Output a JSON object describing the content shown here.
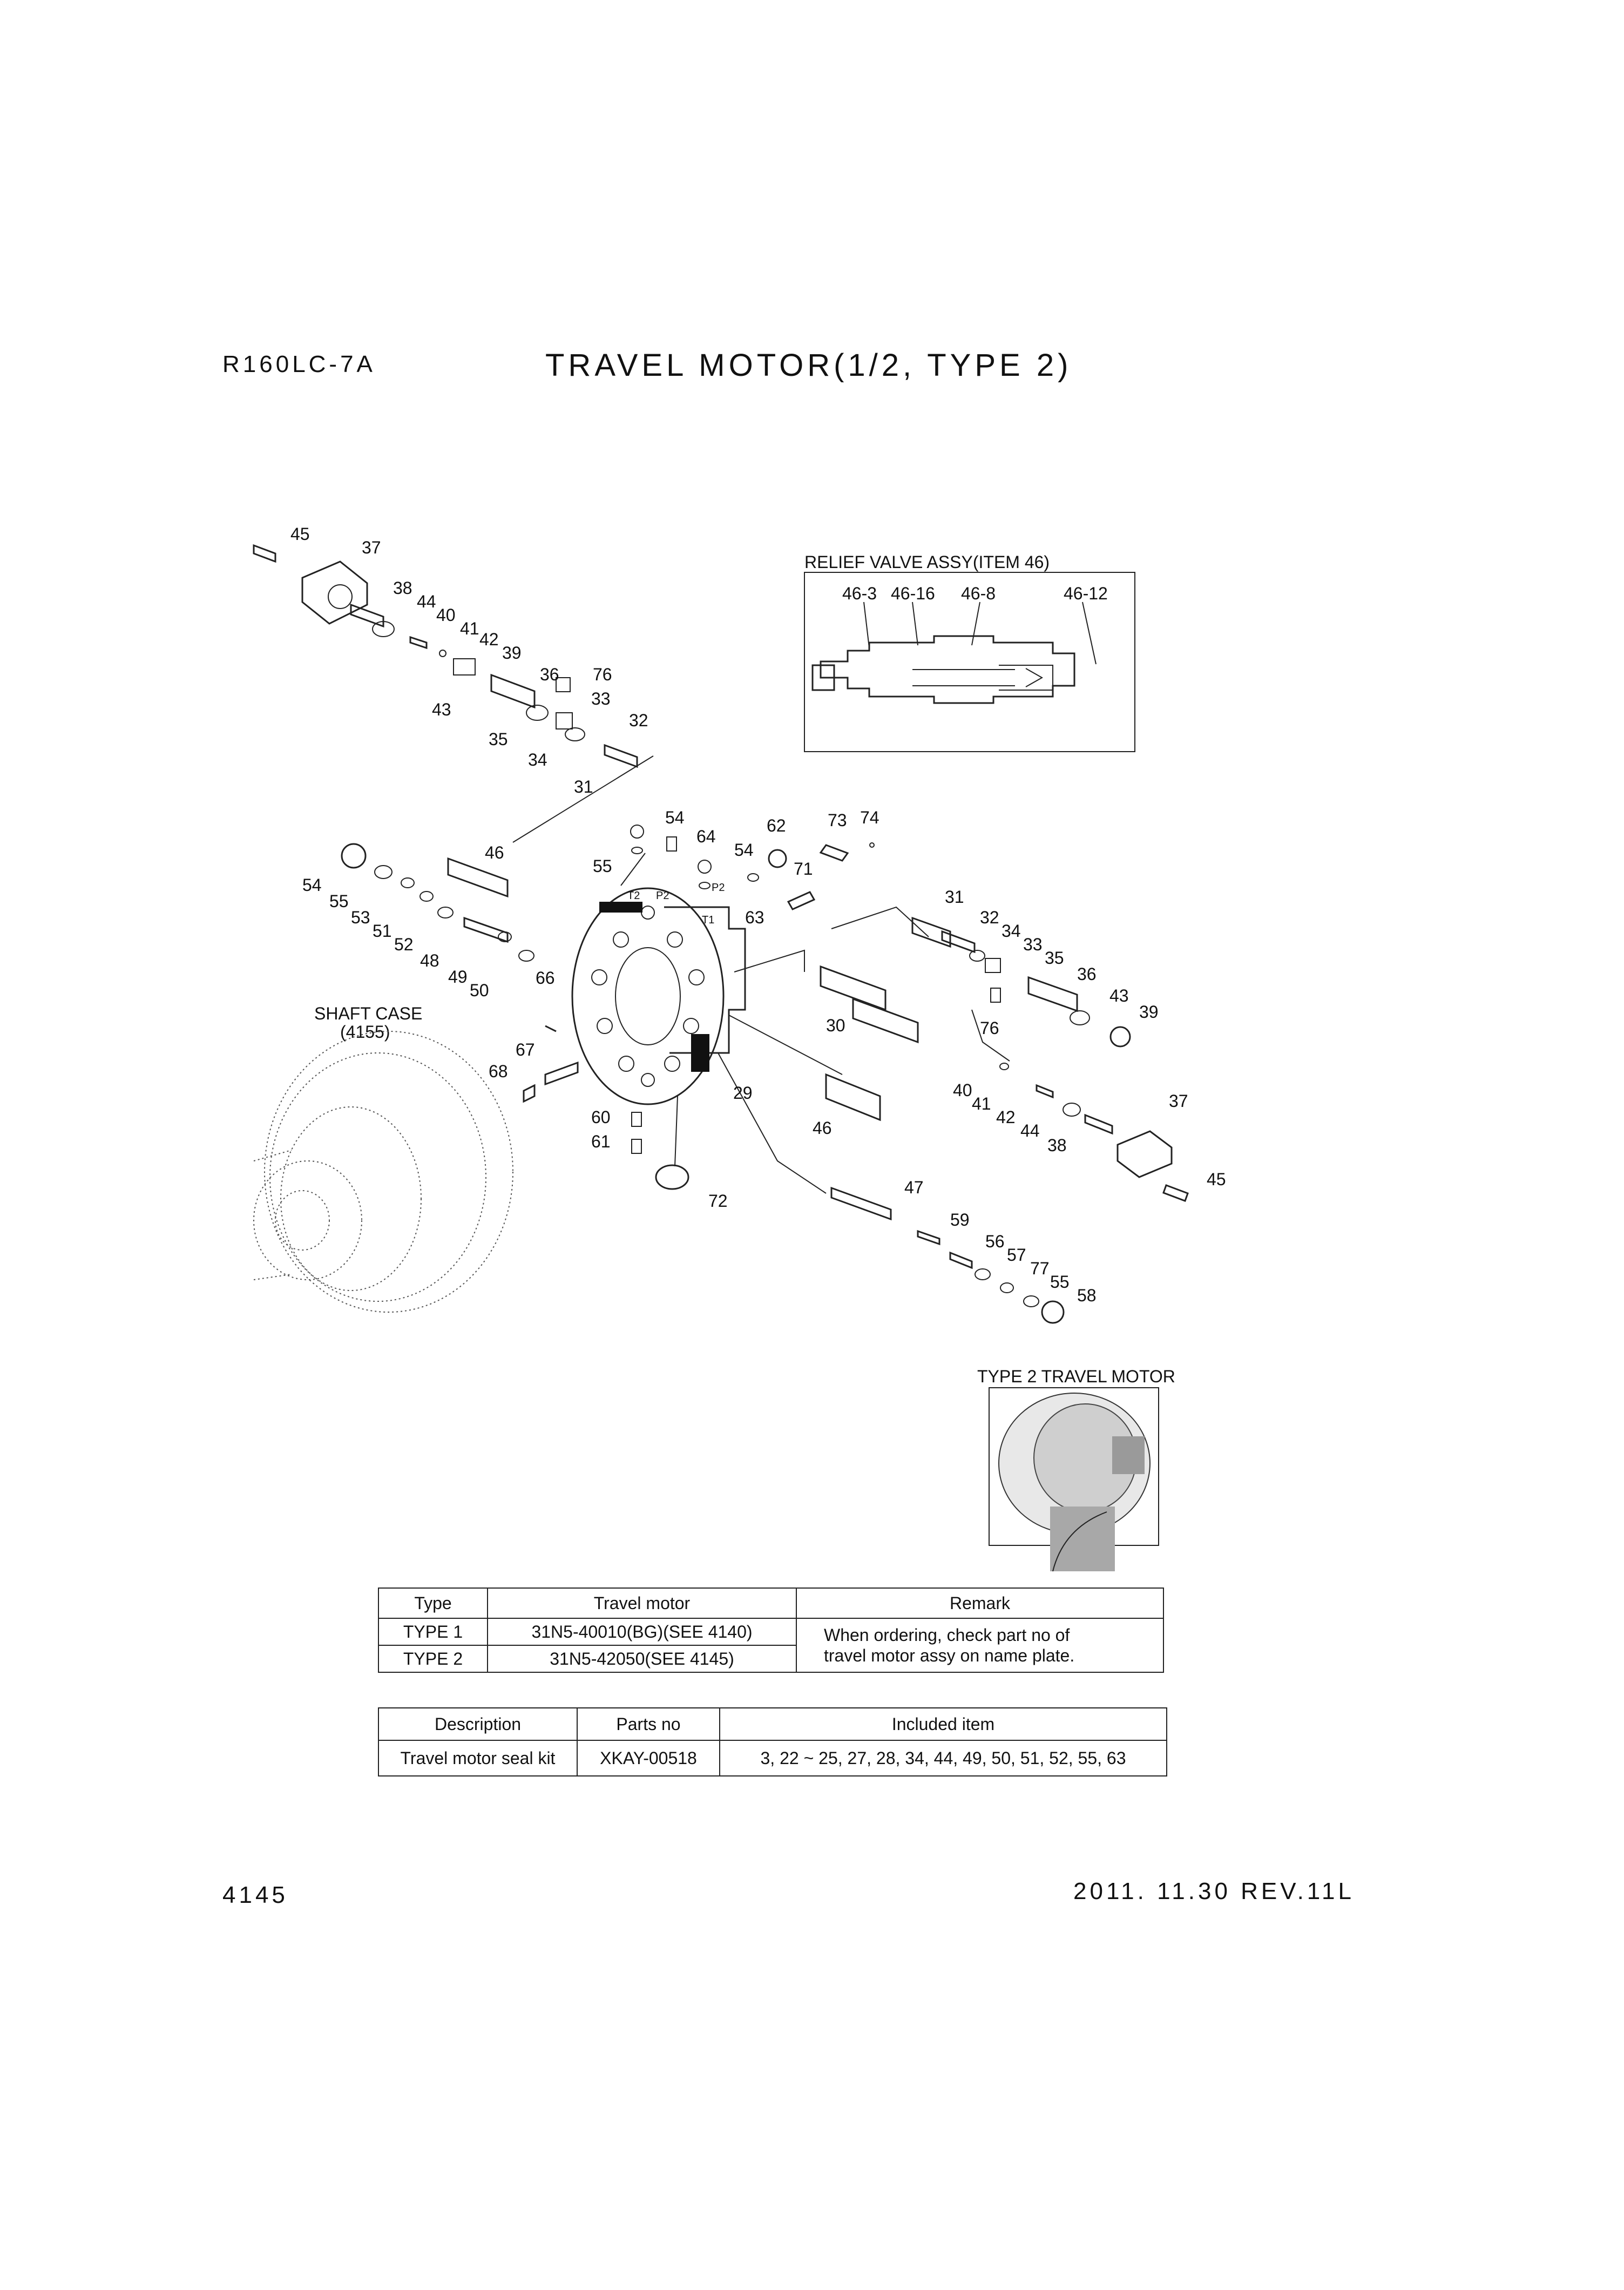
{
  "header": {
    "model": "R160LC-7A",
    "title": "TRAVEL MOTOR(1/2, TYPE 2)"
  },
  "footer": {
    "page_number": "4145",
    "revision": "2011. 11.30  REV.11L"
  },
  "inset_relief": {
    "title": "RELIEF VALVE ASSY(ITEM 46)",
    "labels": [
      "46-3",
      "46-16",
      "46-8",
      "46-12"
    ]
  },
  "inset_photo": {
    "title": "TYPE 2 TRAVEL MOTOR"
  },
  "shaft_case": {
    "line1": "SHAFT CASE",
    "line2": "(4155)"
  },
  "port_labels": {
    "t2": "T2",
    "p2": "P2",
    "p2b": "P2",
    "t1": "T1"
  },
  "callouts": {
    "c45a": "45",
    "c37a": "37",
    "c38a": "38",
    "c44a": "44",
    "c40a": "40",
    "c41a": "41",
    "c42a": "42",
    "c39a": "39",
    "c43a": "43",
    "c36a": "36",
    "c76a": "76",
    "c33a": "33",
    "c35a": "35",
    "c32a": "32",
    "c34a": "34",
    "c31a": "31",
    "c54a": "54",
    "c64": "64",
    "c54b": "54",
    "c62": "62",
    "c73": "73",
    "c74": "74",
    "c55a": "55",
    "c71": "71",
    "c63": "63",
    "c46a": "46",
    "c54c": "54",
    "c55b": "55",
    "c53": "53",
    "c51": "51",
    "c52": "52",
    "c48": "48",
    "c49": "49",
    "c50": "50",
    "c66": "66",
    "c67": "67",
    "c68": "68",
    "c29": "29",
    "c60": "60",
    "c61": "61",
    "c72": "72",
    "c31b": "31",
    "c32b": "32",
    "c34b": "34",
    "c33b": "33",
    "c35b": "35",
    "c36b": "36",
    "c43b": "43",
    "c39b": "39",
    "c30": "30",
    "c76b": "76",
    "c40b": "40",
    "c41b": "41",
    "c42b": "42",
    "c44b": "44",
    "c38b": "38",
    "c37b": "37",
    "c45b": "45",
    "c46b": "46",
    "c47": "47",
    "c59": "59",
    "c56": "56",
    "c57": "57",
    "c77": "77",
    "c55c": "55",
    "c58": "58"
  },
  "type_table": {
    "headers": [
      "Type",
      "Travel motor",
      "Remark"
    ],
    "rows": [
      {
        "type": "TYPE 1",
        "motor": "31N5-40010(BG)(SEE 4140)"
      },
      {
        "type": "TYPE 2",
        "motor": "31N5-42050(SEE 4145)"
      }
    ],
    "remark_line1": "When ordering, check part no of",
    "remark_line2": "travel motor assy on name plate."
  },
  "kit_table": {
    "headers": [
      "Description",
      "Parts no",
      "Included item"
    ],
    "row": {
      "description": "Travel motor seal kit",
      "parts_no": "XKAY-00518",
      "included": "3, 22 ~ 25, 27, 28, 34, 44, 49, 50, 51, 52, 55, 63"
    }
  }
}
